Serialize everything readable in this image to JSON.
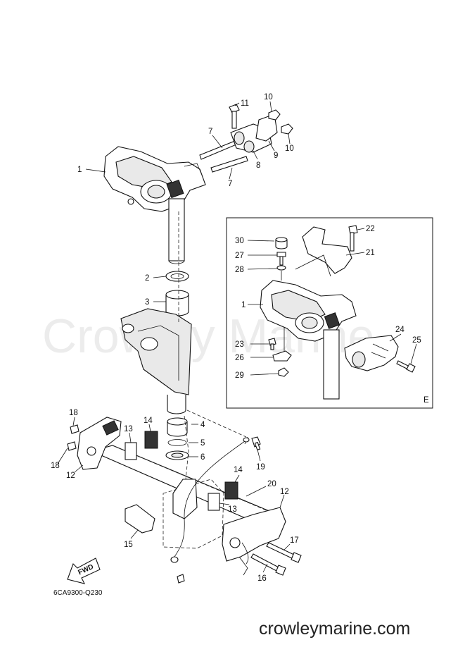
{
  "watermark": "Crowley Marine",
  "diagram_code": "6CA9300-Q230",
  "site_caption": "crowleymarine.com",
  "inset_label": "E",
  "fwd_label": "FWD",
  "callouts": {
    "c1": "1",
    "c2": "2",
    "c3": "3",
    "c4": "4",
    "c5": "5",
    "c6": "6",
    "c7a": "7",
    "c7b": "7",
    "c8": "8",
    "c9": "9",
    "c10a": "10",
    "c10b": "10",
    "c11": "11",
    "c12a": "12",
    "c12b": "12",
    "c13a": "13",
    "c13b": "13",
    "c14a": "14",
    "c14b": "14",
    "c15": "15",
    "c16": "16",
    "c17": "17",
    "c18a": "18",
    "c18b": "18",
    "c19": "19",
    "c20": "20",
    "c1e": "1",
    "c21": "21",
    "c22": "22",
    "c23": "23",
    "c24": "24",
    "c25": "25",
    "c26": "26",
    "c27": "27",
    "c28": "28",
    "c29": "29",
    "c30": "30"
  }
}
